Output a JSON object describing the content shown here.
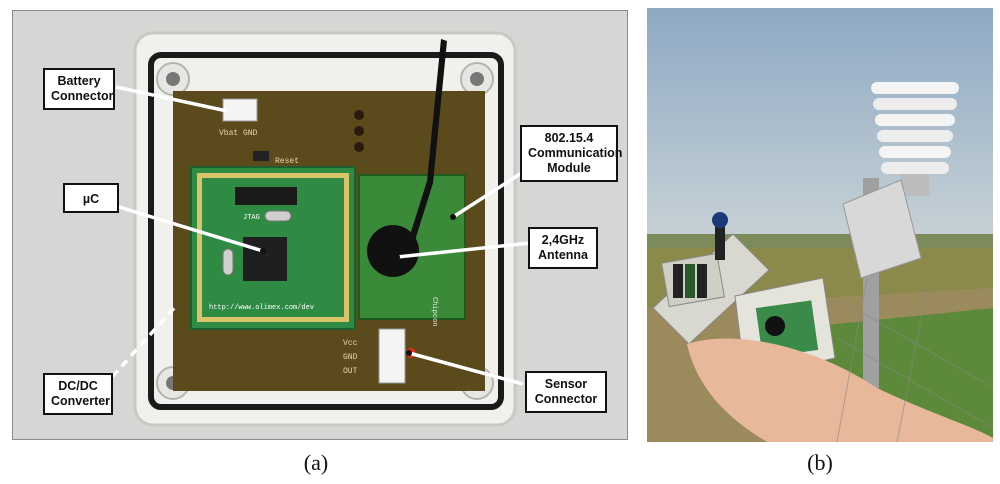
{
  "panel_a": {
    "callouts": {
      "battery": "Battery\nConnector",
      "uc": "µC",
      "comm": "802.15.4\nCommunication\nModule",
      "antenna": "2,4GHz\nAntenna",
      "dcdc": "DC/DC\nConverter",
      "sensor": "Sensor\nConnector"
    },
    "board_text": {
      "url": "http://www.olimex.com/dev",
      "reset": "Reset",
      "vbat": "Vbat GND",
      "jtag": "JTAG",
      "chipcon": "Chipcon",
      "vcc": "Vcc",
      "gnd": "GND",
      "out": "OUT"
    },
    "caption": "(a)"
  },
  "panel_b": {
    "caption": "(b)"
  },
  "colors": {
    "pcb_green": "#2f8a44",
    "pcb_brown": "#5a4a1c",
    "enclosure": "#f2f2ee",
    "sky": "#9fb3c8",
    "field": "#8a8a3e"
  }
}
